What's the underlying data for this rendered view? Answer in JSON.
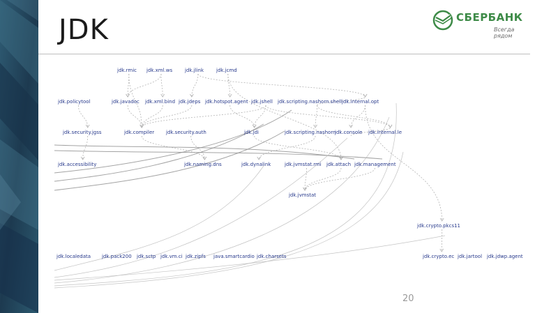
{
  "slide": {
    "title": "JDK",
    "page_number": "20"
  },
  "logo": {
    "name": "СБЕРБАНК",
    "tagline": "Всегда рядом",
    "brand_color": "#3e8b48"
  },
  "colors": {
    "panel_dark": "#1d3a50",
    "panel_light": "#3f6e86",
    "node_text": "#283a8c",
    "edge_dashed": "#b4b4b4",
    "edge_solid": "#8c8c8c"
  },
  "diagram": {
    "nodes": [
      {
        "id": "rmic",
        "label": "jdk.rmic"
      },
      {
        "id": "xmlws",
        "label": "jdk.xml.ws"
      },
      {
        "id": "jlink",
        "label": "jdk.jlink"
      },
      {
        "id": "jcmd",
        "label": "jdk.jcmd"
      },
      {
        "id": "policytool",
        "label": "jdk.policytool"
      },
      {
        "id": "javadoc",
        "label": "jdk.javadoc"
      },
      {
        "id": "xmlbind",
        "label": "jdk.xml.bind"
      },
      {
        "id": "jdeps",
        "label": "jdk.jdeps"
      },
      {
        "id": "hotspotagent",
        "label": "jdk.hotspot.agent"
      },
      {
        "id": "jshell",
        "label": "jdk.jshell"
      },
      {
        "id": "nashornshell",
        "label": "jdk.scripting.nashorn.shell"
      },
      {
        "id": "internalopt",
        "label": "jdk.internal.opt"
      },
      {
        "id": "jgss",
        "label": "jdk.security.jgss"
      },
      {
        "id": "compiler",
        "label": "jdk.compiler"
      },
      {
        "id": "secauth",
        "label": "jdk.security.auth"
      },
      {
        "id": "jdi",
        "label": "jdk.jdi"
      },
      {
        "id": "nashorn",
        "label": "jdk.scripting.nashorn"
      },
      {
        "id": "console",
        "label": "jdk.console"
      },
      {
        "id": "internalle",
        "label": "jdk.internal.le"
      },
      {
        "id": "accessibility",
        "label": "jdk.accessibility"
      },
      {
        "id": "namingdns",
        "label": "jdk.naming.dns"
      },
      {
        "id": "dynalink",
        "label": "jdk.dynalink"
      },
      {
        "id": "jvmstatrmi",
        "label": "jdk.jvmstat.rmi"
      },
      {
        "id": "attach",
        "label": "jdk.attach"
      },
      {
        "id": "management",
        "label": "jdk.management"
      },
      {
        "id": "jvmstat",
        "label": "jdk.jvmstat"
      },
      {
        "id": "pkcs11",
        "label": "jdk.crypto.pkcs11"
      },
      {
        "id": "localedata",
        "label": "jdk.localedata"
      },
      {
        "id": "sctpzipfs",
        "label": "jdk.pack200"
      },
      {
        "id": "sctp",
        "label": "jdk.sctp"
      },
      {
        "id": "vmci",
        "label": "jdk.vm.ci"
      },
      {
        "id": "zipfs",
        "label": "jdk.zipfs"
      },
      {
        "id": "smartcardio",
        "label": "java.smartcardio"
      },
      {
        "id": "charsets",
        "label": "jdk.charsets"
      },
      {
        "id": "cryptoec",
        "label": "jdk.crypto.ec"
      },
      {
        "id": "jartool",
        "label": "jdk.jartool"
      },
      {
        "id": "jdwpagent",
        "label": "jdk.jdwp.agent"
      }
    ],
    "edges": [
      [
        "rmic",
        "javadoc"
      ],
      [
        "rmic",
        "compiler"
      ],
      [
        "xmlws",
        "xmlbind"
      ],
      [
        "xmlws",
        "javadoc"
      ],
      [
        "jlink",
        "jdeps"
      ],
      [
        "jlink",
        "internalopt"
      ],
      [
        "jcmd",
        "hotspotagent"
      ],
      [
        "jcmd",
        "attach"
      ],
      [
        "policytool",
        "jgss"
      ],
      [
        "javadoc",
        "compiler"
      ],
      [
        "xmlbind",
        "compiler"
      ],
      [
        "jdeps",
        "compiler"
      ],
      [
        "hotspotagent",
        "jdi"
      ],
      [
        "jshell",
        "compiler"
      ],
      [
        "jshell",
        "jdi"
      ],
      [
        "jshell",
        "internalle"
      ],
      [
        "nashornshell",
        "nashorn"
      ],
      [
        "nashornshell",
        "internalle"
      ],
      [
        "nashornshell",
        "internalopt"
      ],
      [
        "internalopt",
        "console"
      ],
      [
        "nashorn",
        "dynalink"
      ],
      [
        "console",
        "internalle"
      ],
      [
        "jdi",
        "attach"
      ],
      [
        "jvmstatrmi",
        "jvmstat"
      ],
      [
        "attach",
        "jvmstat"
      ],
      [
        "management",
        "jvmstat"
      ],
      [
        "jgss",
        "accessibility"
      ],
      [
        "compiler",
        "namingdns"
      ],
      [
        "secauth",
        "namingdns"
      ],
      [
        "internalopt",
        "pkcs11"
      ],
      [
        "pkcs11",
        "cryptoec"
      ]
    ]
  }
}
